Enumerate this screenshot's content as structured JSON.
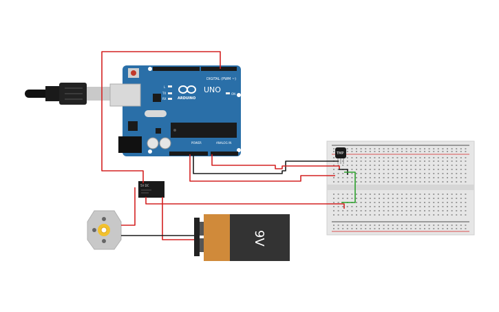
{
  "arduino": {
    "logo": "UNO",
    "brand": "ARDUINO",
    "digital_label": "DIGITAL (PWM ~)",
    "power_label": "POWER",
    "analog_label": "ANALOG IN",
    "tx_label": "TX",
    "rx_label": "RX",
    "l_label": "L",
    "on_label": "ON",
    "board_color": "#2a6fa8"
  },
  "battery": {
    "label": "9V",
    "body_color": "#333333",
    "cap_color": "#d08a3a"
  },
  "sensor": {
    "label": "TMP"
  },
  "relay": {
    "label": "5V DC"
  },
  "wires": {
    "red": "#d42020",
    "black": "#1a1a1a",
    "green": "#2aa02a"
  }
}
